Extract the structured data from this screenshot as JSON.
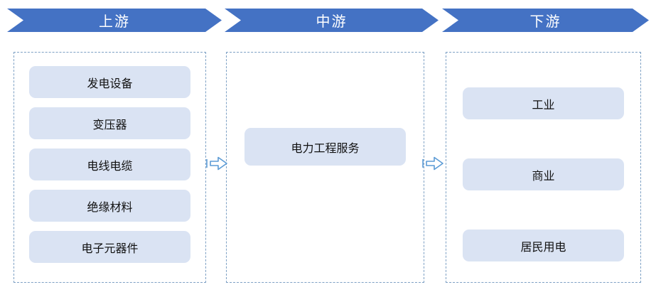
{
  "diagram": {
    "title_implicit": "电力工程服务产业链",
    "stages": [
      {
        "key": "upstream",
        "label": "上游"
      },
      {
        "key": "midstream",
        "label": "中游"
      },
      {
        "key": "downstream",
        "label": "下游"
      }
    ],
    "upstream": {
      "items": [
        "发电设备",
        "变压器",
        "电线电缆",
        "绝缘材料",
        "电子元器件"
      ]
    },
    "midstream": {
      "items": [
        "电力工程服务"
      ]
    },
    "downstream": {
      "items": [
        "工业",
        "商业",
        "居民用电"
      ]
    },
    "connectors": [
      {
        "name": "striped-right-arrow",
        "from": "upstream",
        "to": "midstream"
      },
      {
        "name": "striped-right-arrow",
        "from": "midstream",
        "to": "downstream"
      }
    ],
    "colors": {
      "stage_arrow_fill": "#4472C4",
      "stage_arrow_text": "#FFFFFF",
      "item_fill": "#DAE3F3",
      "item_text": "#111111",
      "dashed_border": "#7DA0C4",
      "connector_stroke": "#5B9BD5",
      "background": "#FFFFFF"
    }
  }
}
